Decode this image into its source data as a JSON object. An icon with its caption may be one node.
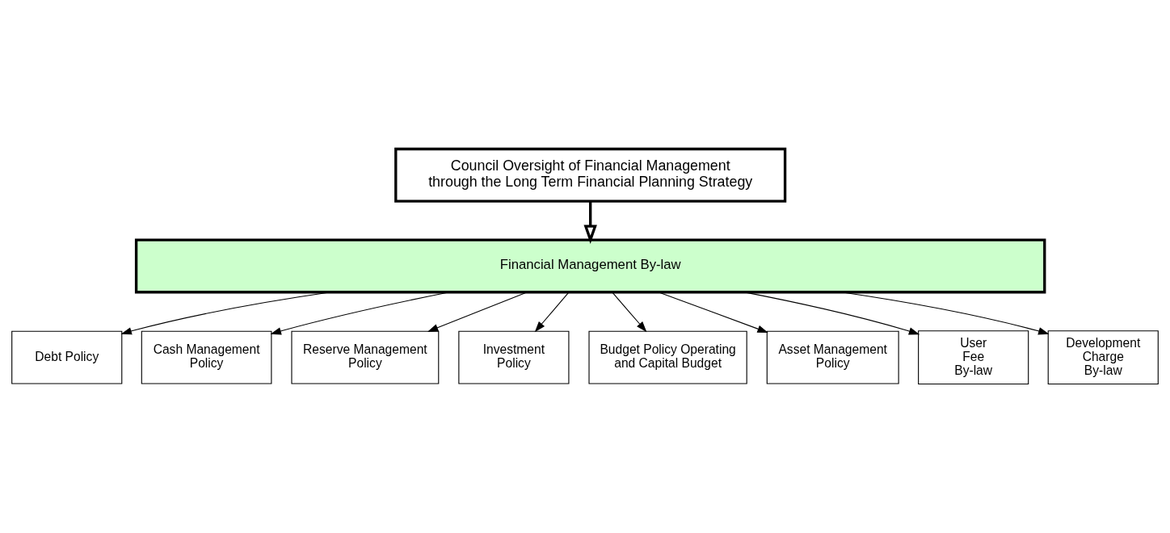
{
  "diagram": {
    "nodes": [
      {
        "text": [
          "Council Oversight of Financial Management through the Long Term Financial Planning Strategy"
        ]
      },
      {
        "text": [
          "Financial Management By-law"
        ]
      },
      {
        "text": [
          "Debt Policy"
        ]
      },
      {
        "text": [
          "Cash Management Policy"
        ]
      },
      {
        "text": [
          "Reserve Management Policy"
        ]
      },
      {
        "text": [
          "Investment Policy"
        ]
      },
      {
        "text": [
          "Budget Policy Operating and Capital Budget"
        ]
      },
      {
        "text": [
          "Asset Management Policy"
        ]
      },
      {
        "text": [
          "User Fee By-law"
        ]
      },
      {
        "text": [
          "Development Charge By-law"
        ]
      }
    ],
    "edges": [
      {
        "from": 0,
        "to": 1,
        "arrow": "to",
        "style": "thick"
      },
      {
        "from": 1,
        "to": 2,
        "arrow": "to"
      },
      {
        "from": 1,
        "to": 3,
        "arrow": "to"
      },
      {
        "from": 1,
        "to": 4,
        "arrow": "to"
      },
      {
        "from": 1,
        "to": 5,
        "arrow": "to"
      },
      {
        "from": 1,
        "to": 6,
        "arrow": "to"
      },
      {
        "from": 1,
        "to": 7,
        "arrow": "to"
      },
      {
        "from": 1,
        "to": 8,
        "arrow": "to"
      },
      {
        "from": 1,
        "to": 9,
        "arrow": "to"
      }
    ]
  }
}
